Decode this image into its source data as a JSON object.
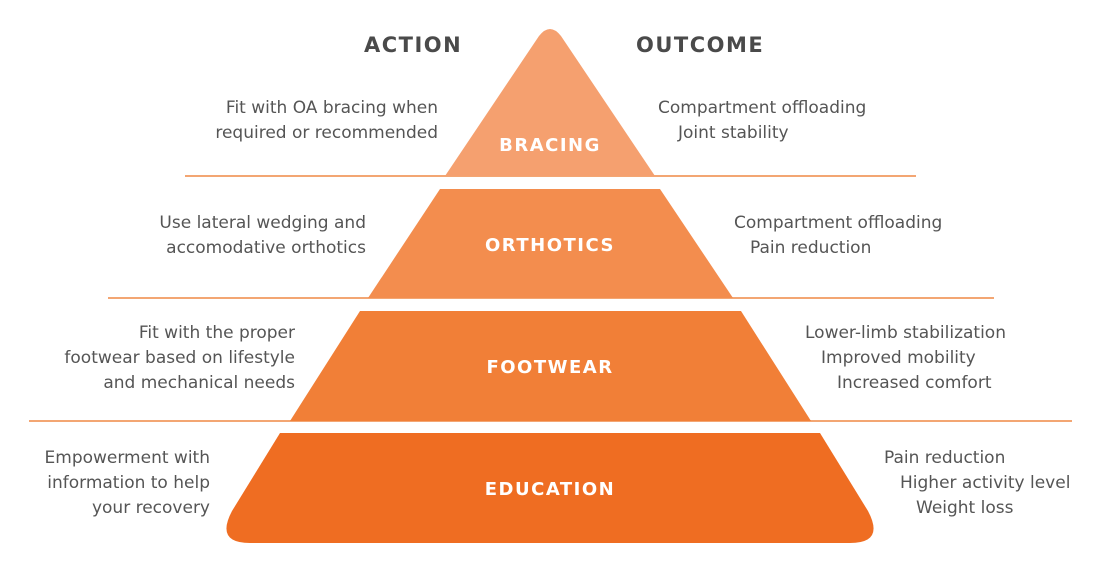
{
  "headers": {
    "action": "ACTION",
    "outcome": "OUTCOME"
  },
  "colors": {
    "bracing": "#f5a06f",
    "orthotics": "#f38d4e",
    "footwear": "#f17f37",
    "education": "#ef6d22",
    "divider": "#f3a673",
    "text": "#555555",
    "header": "#4a4a4a"
  },
  "tiers": [
    {
      "label": "BRACING",
      "action": [
        "Fit with OA bracing when",
        "required or recommended"
      ],
      "outcome": [
        "Compartment offloading",
        "Joint stability"
      ]
    },
    {
      "label": "ORTHOTICS",
      "action": [
        "Use lateral wedging and",
        "accomodative orthotics"
      ],
      "outcome": [
        "Compartment offloading",
        "Pain reduction"
      ]
    },
    {
      "label": "FOOTWEAR",
      "action": [
        "Fit with the proper",
        "footwear based on lifestyle",
        "and mechanical needs"
      ],
      "outcome": [
        "Lower-limb stabilization",
        "Improved mobility",
        "Increased comfort"
      ]
    },
    {
      "label": "EDUCATION",
      "action": [
        "Empowerment with",
        "information to help",
        "your recovery"
      ],
      "outcome": [
        "Pain reduction",
        "Higher activity level",
        "Weight loss"
      ]
    }
  ]
}
